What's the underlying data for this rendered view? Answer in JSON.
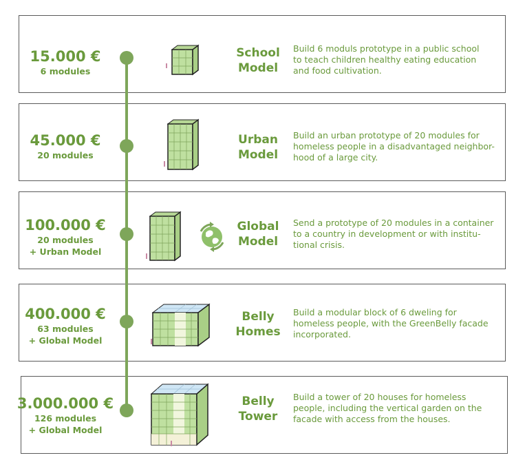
{
  "accent_color": "#6a9a3c",
  "tiers": [
    {
      "amount": "15.000 €",
      "sub": [
        "6 modules"
      ],
      "name": [
        "School",
        "Model"
      ],
      "desc": [
        "Build 6 moduls prototype in a public school",
        "to teach children healthy eating education",
        "and food cultivation."
      ]
    },
    {
      "amount": "45.000 €",
      "sub": [
        "20 modules"
      ],
      "name": [
        "Urban",
        "Model"
      ],
      "desc": [
        "Build an urban prototype of 20 modules for",
        "homeless people in a disadvantaged neighbor-",
        "hood of a large city."
      ]
    },
    {
      "amount": "100.000 €",
      "sub": [
        "20 modules",
        "+ Urban Model"
      ],
      "name": [
        "Global",
        "Model"
      ],
      "desc": [
        "Send a prototype of 20 modules in a container",
        "to a country in development or with institu-",
        "tional crisis."
      ]
    },
    {
      "amount": "400.000 €",
      "sub": [
        "63 modules",
        "+ Global Model"
      ],
      "name": [
        "Belly",
        "Homes"
      ],
      "desc": [
        "Build a modular block of 6 dweling for",
        "homeless people, with the GreenBelly facade",
        "incorporated."
      ]
    },
    {
      "amount": "3.000.000 €",
      "sub": [
        "126 modules",
        "+ Global Model"
      ],
      "name": [
        "Belly",
        "Tower"
      ],
      "desc": [
        "Build a tower of 20 houses for homeless",
        "people, including the vertical garden on the",
        "facade with access from the houses."
      ]
    }
  ],
  "icons": [
    "small-cube-icon",
    "tall-block-icon",
    "tall-block-icon",
    "globe-recycle-icon",
    "wide-block-icon",
    "tower-block-icon"
  ]
}
